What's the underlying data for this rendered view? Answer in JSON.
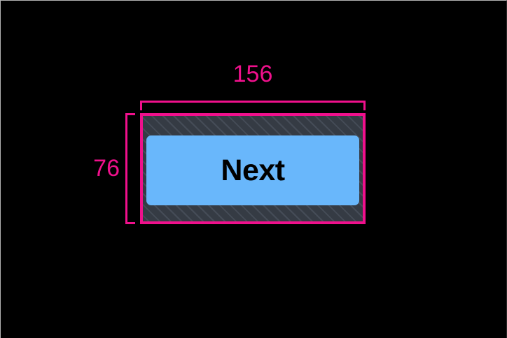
{
  "overlay": {
    "background_color": "#000000",
    "accent_color": "#f0108c",
    "measurement": {
      "width_label": "156",
      "height_label": "76",
      "unit": "dp"
    }
  },
  "element": {
    "type": "button",
    "label": "Next",
    "fill_color": "#69b7fb",
    "text_color": "#000000",
    "inset_fill_color": "#353b44",
    "inset_pattern": "diagonal-hatch"
  }
}
